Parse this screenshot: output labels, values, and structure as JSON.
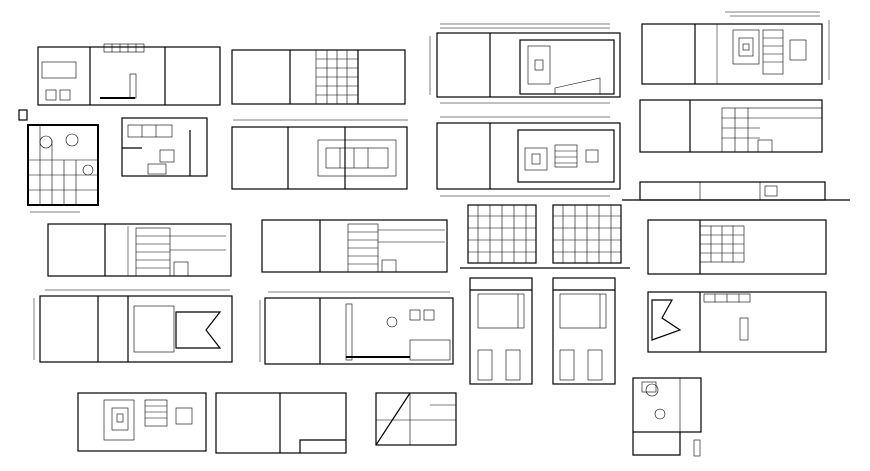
{
  "sheet": {
    "description_visible_text": "",
    "drawings": [
      {
        "id": "plan-a",
        "kind": "floor-plan"
      },
      {
        "id": "elev-b",
        "kind": "elevation"
      },
      {
        "id": "plan-c",
        "kind": "ceiling-plan"
      },
      {
        "id": "plan-d",
        "kind": "ceiling-plan"
      },
      {
        "id": "plan-e",
        "kind": "furniture-plan"
      },
      {
        "id": "elev-f",
        "kind": "elevation"
      },
      {
        "id": "elev-g",
        "kind": "elevation"
      },
      {
        "id": "plan-h",
        "kind": "ceiling-plan"
      },
      {
        "id": "elev-i",
        "kind": "elevation"
      },
      {
        "id": "elev-j",
        "kind": "elevation"
      },
      {
        "id": "elev-k",
        "kind": "elevation"
      },
      {
        "id": "elev-l",
        "kind": "elevation"
      },
      {
        "id": "plan-m",
        "kind": "floor-plan"
      },
      {
        "id": "plan-n",
        "kind": "floor-plan"
      },
      {
        "id": "sect-o",
        "kind": "section"
      },
      {
        "id": "plan-p",
        "kind": "ceiling-plan"
      },
      {
        "id": "plan-q",
        "kind": "floor-plan"
      },
      {
        "id": "detail-r",
        "kind": "detail"
      },
      {
        "id": "plan-s",
        "kind": "furniture-plan"
      }
    ]
  }
}
